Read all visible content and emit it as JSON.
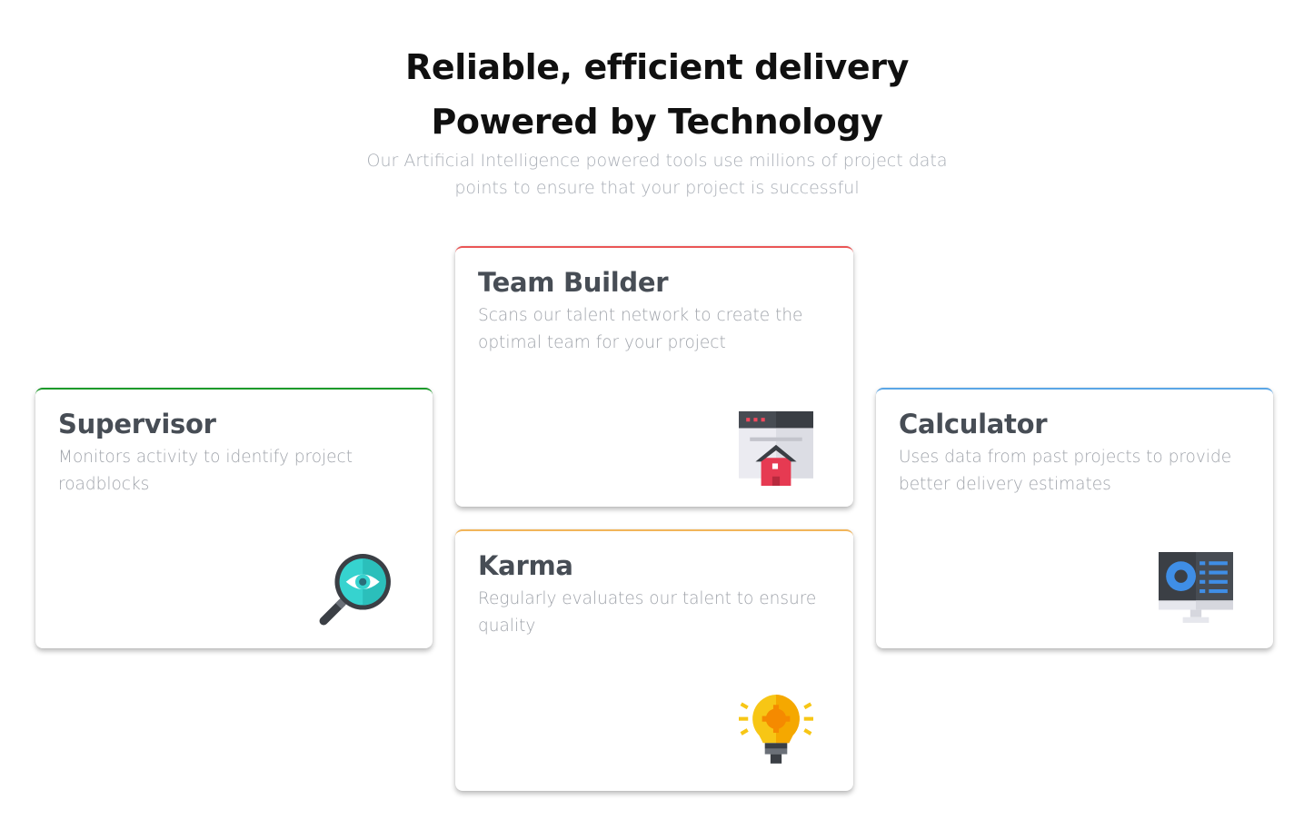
{
  "header": {
    "title_line1": "Reliable, efficient delivery",
    "title_line2": "Powered by Technology",
    "subtitle_line1": "Our Artificial Intelligence powered tools use millions of project data",
    "subtitle_line2": "points to ensure that your project is successful"
  },
  "cards": {
    "team_builder": {
      "title": "Team Builder",
      "description": "Scans our talent network to create the optimal team for your project",
      "accent_color": "#ea5555",
      "icon": "browser-house-icon"
    },
    "supervisor": {
      "title": "Supervisor",
      "description": "Monitors activity to identify project roadblocks",
      "accent_color": "#1c9a2a",
      "icon": "magnifier-eye-icon"
    },
    "calculator": {
      "title": "Calculator",
      "description": "Uses data from past projects to provide better delivery estimates",
      "accent_color": "#5aa6e6",
      "icon": "monitor-dashboard-icon"
    },
    "karma": {
      "title": "Karma",
      "description": "Regularly evaluates our talent to ensure quality",
      "accent_color": "#f2b55a",
      "icon": "lightbulb-gear-icon"
    }
  }
}
